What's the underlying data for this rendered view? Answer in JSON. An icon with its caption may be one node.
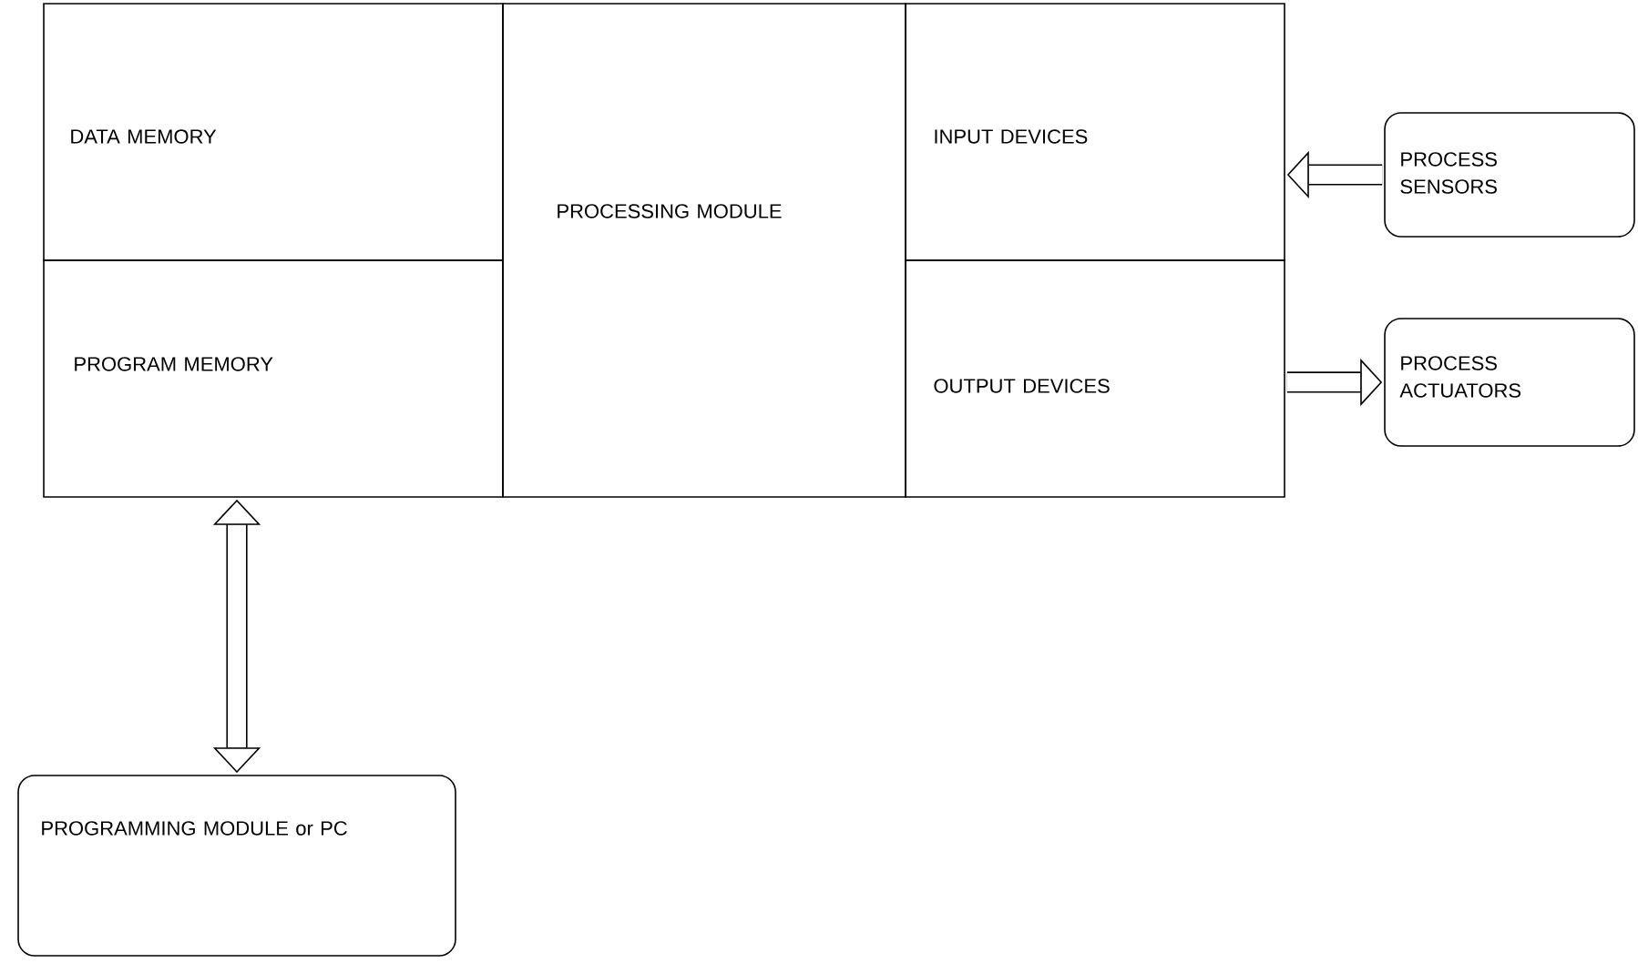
{
  "diagram": {
    "nodes": [
      {
        "text": [
          "DATA MEMORY"
        ]
      },
      {
        "text": [
          "PROGRAM MEMORY"
        ]
      },
      {
        "text": [
          "PROCESSING MODULE"
        ]
      },
      {
        "text": [
          "INPUT DEVICES"
        ]
      },
      {
        "text": [
          "OUTPUT DEVICES"
        ]
      },
      {
        "text": [
          "PROCESS SENSORS"
        ]
      },
      {
        "text": [
          "PROCESS ACTUATORS"
        ]
      },
      {
        "text": [
          "PROGRAMMING MODULE or PC"
        ]
      }
    ],
    "edges": [
      {
        "from": 5,
        "to": 3,
        "arrow": "to"
      },
      {
        "from": 4,
        "to": 6,
        "arrow": "to"
      },
      {
        "from": 1,
        "to": 7,
        "arrow": "both"
      }
    ]
  }
}
